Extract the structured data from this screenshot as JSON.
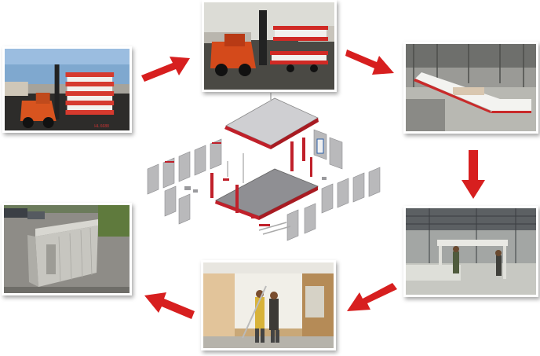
{
  "diagram": {
    "arrow_color": "#d71f1f",
    "panel_color": "#b9b9bb",
    "frame_color": "#c0202a",
    "photos": [
      {
        "name": "photo-forklift-loading",
        "step": "loading"
      },
      {
        "name": "photo-forklift-transport",
        "step": "transport"
      },
      {
        "name": "photo-factory-frames",
        "step": "factory"
      },
      {
        "name": "photo-assembly-hall",
        "step": "assembly"
      },
      {
        "name": "photo-interior-fitting",
        "step": "interior"
      },
      {
        "name": "photo-finished-container",
        "step": "finished"
      }
    ],
    "photo_texts": {
      "truck_plate": "HL 6688"
    }
  }
}
